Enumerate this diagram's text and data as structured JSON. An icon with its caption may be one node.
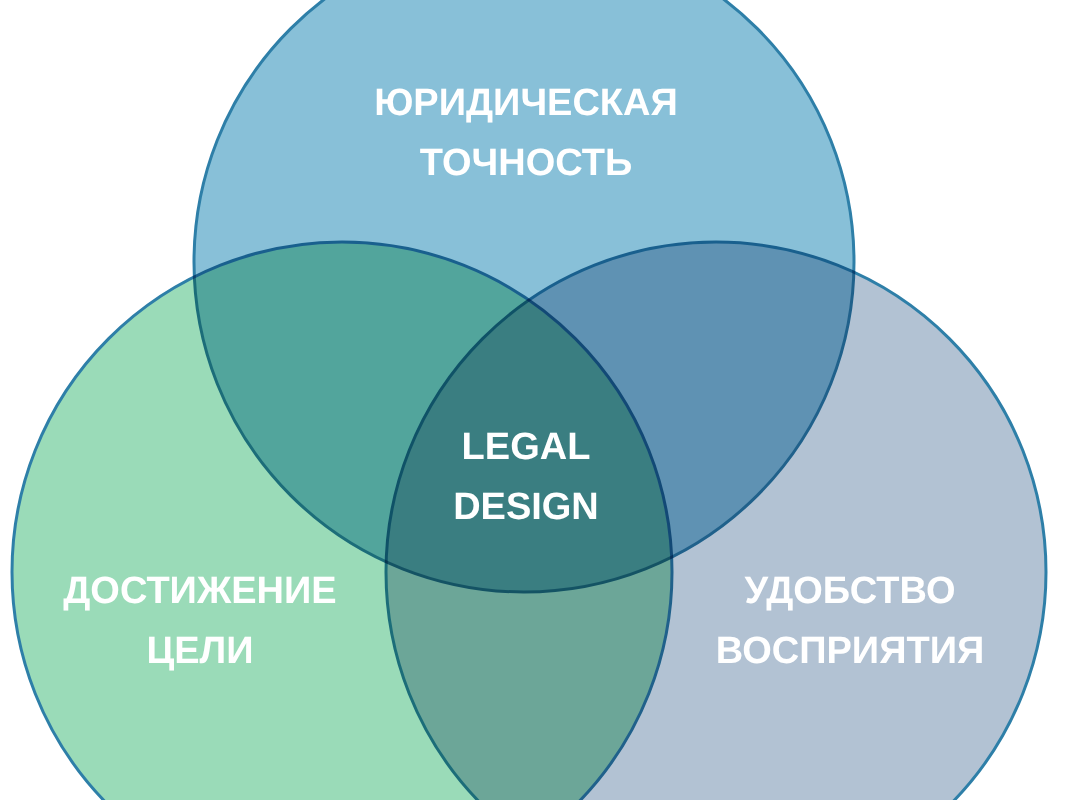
{
  "diagram": {
    "nodes": [
      {
        "text": [
          "ЮРИДИЧЕСКАЯ ТОЧНОСТЬ"
        ]
      },
      {
        "text": [
          "ДОСТИЖЕНИЕ ЦЕЛИ"
        ]
      },
      {
        "text": [
          "УДОБСТВО ВОСПРИЯТИЯ"
        ]
      }
    ],
    "labels": [
      "LEGAL DESIGN"
    ]
  }
}
